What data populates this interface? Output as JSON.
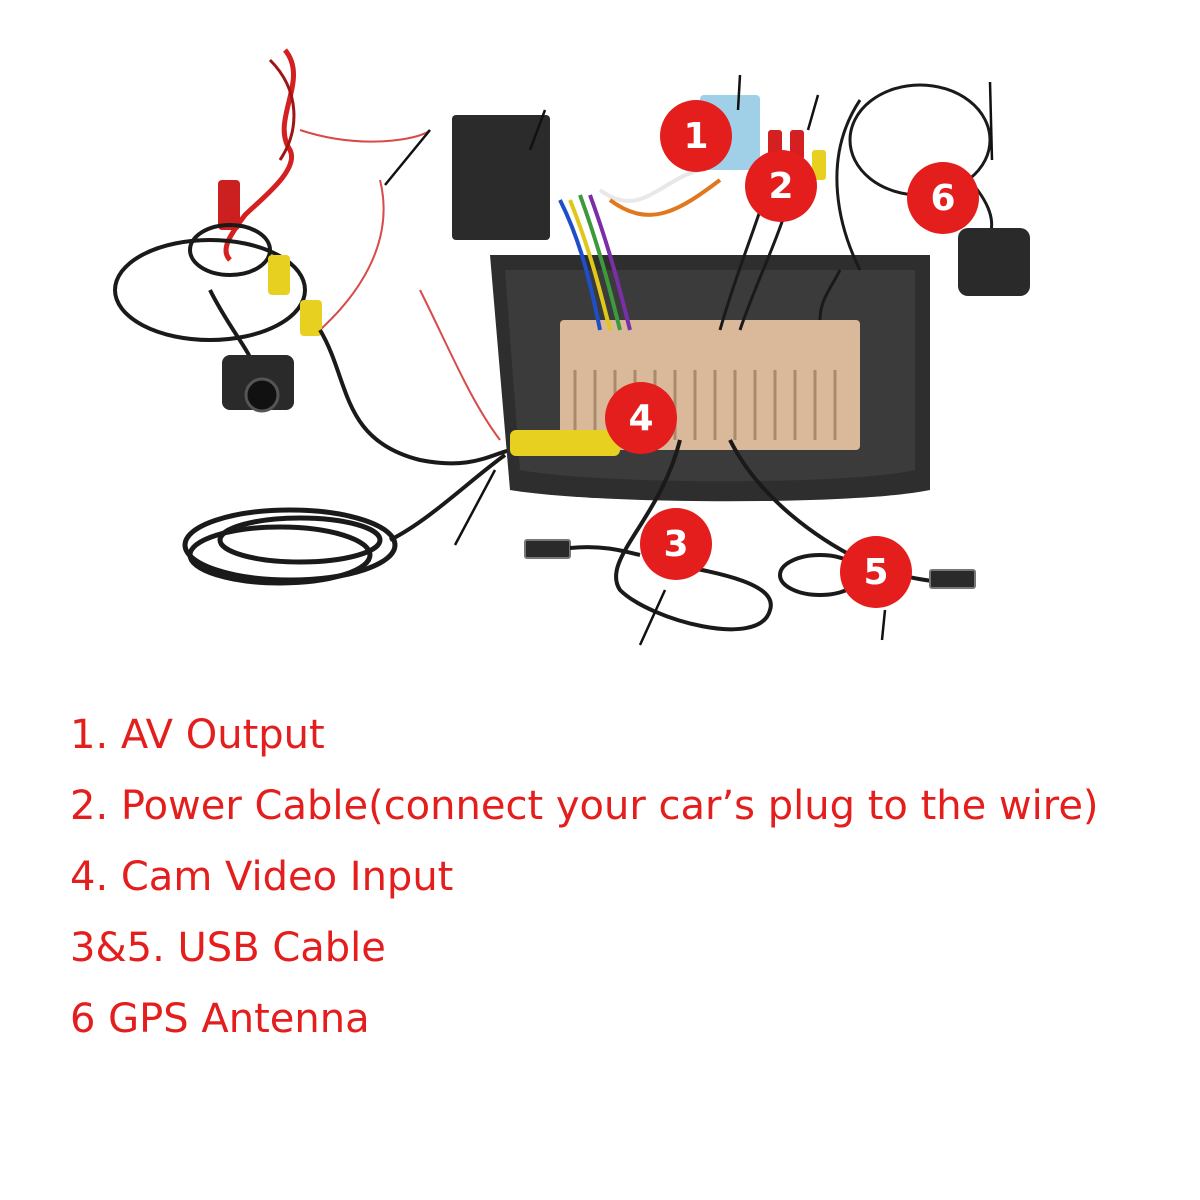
{
  "callouts": [
    "1",
    "2",
    "3",
    "4",
    "5",
    "6"
  ],
  "legend": [
    "1. AV Output",
    "2. Power Cable(connect your car’s plug to the wire)",
    "4. Cam Video Input",
    "3&5. USB Cable",
    "6 GPS Antenna"
  ],
  "colors": {
    "callout": "#e41d1d",
    "legend_text": "#e41d1d",
    "dash_panel": "#2e2e2e",
    "unit_body": "#d9b99a",
    "cable": "#1a1a1a"
  }
}
